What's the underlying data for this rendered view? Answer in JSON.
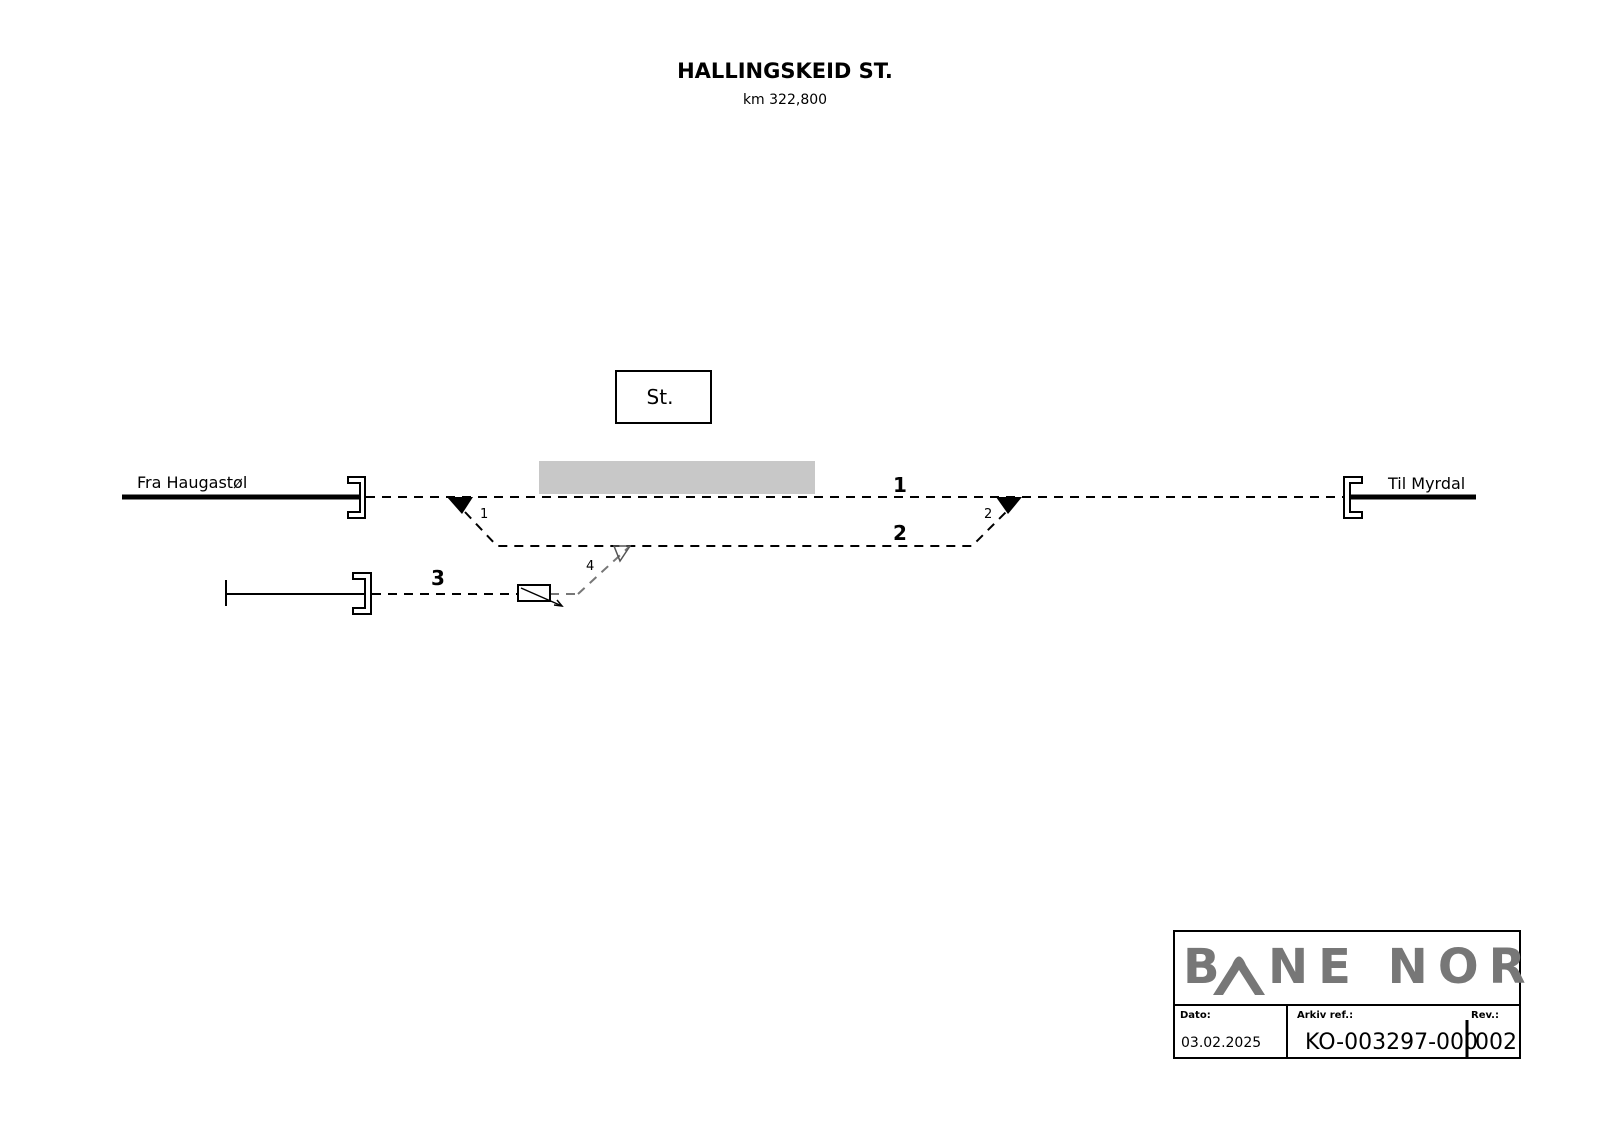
{
  "title": "HALLINGSKEID ST.",
  "subtitle": "km 322,800",
  "station_building": "St.",
  "left_direction": "Fra Haugastøl",
  "right_direction": "Til Myrdal",
  "tracks": [
    "1",
    "2",
    "3"
  ],
  "switches": [
    "1",
    "2",
    "4"
  ],
  "colors": {
    "platform": "#c8c8c8",
    "logo": "#777777",
    "lines": "#000000"
  },
  "title_block": {
    "logo": "BANE NOR",
    "date_label": "Dato:",
    "date": "03.02.2025",
    "archive_label": "Arkiv ref.:",
    "archive": "KO-003297-000",
    "rev_label": "Rev.:",
    "rev": "002"
  }
}
